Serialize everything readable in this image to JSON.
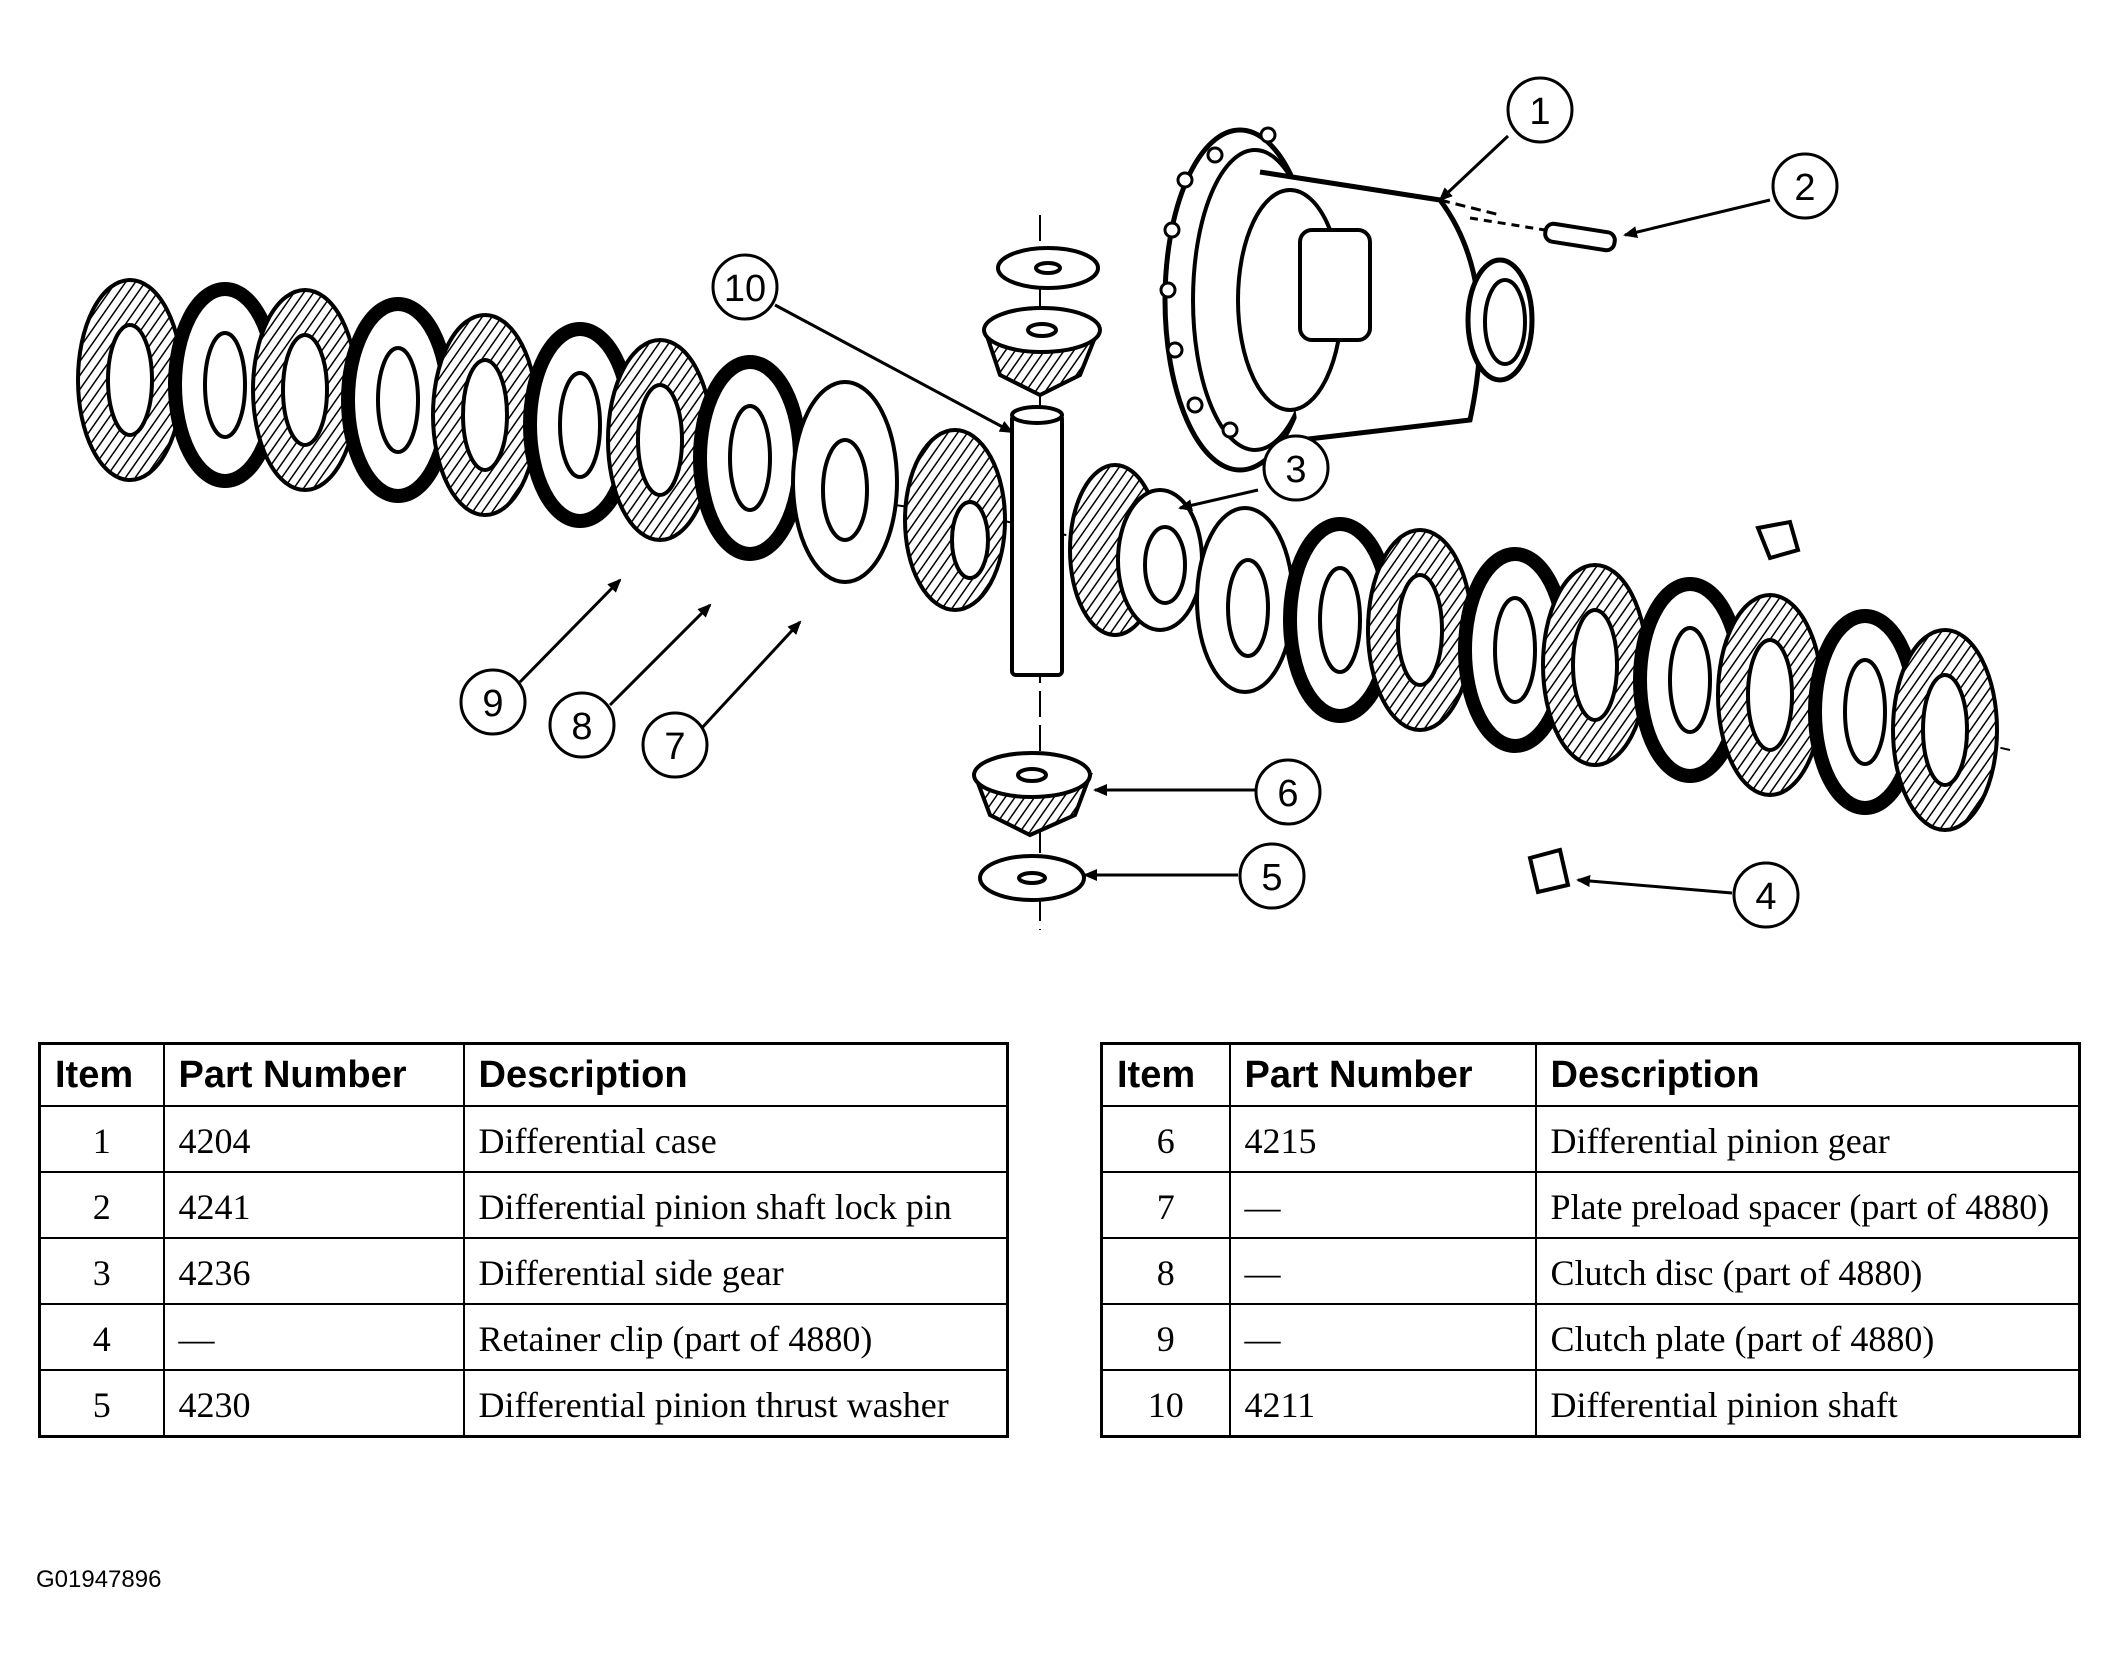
{
  "callouts": [
    "1",
    "2",
    "3",
    "4",
    "5",
    "6",
    "7",
    "8",
    "9",
    "10"
  ],
  "tables": {
    "headers": {
      "item": "Item",
      "part_number": "Part Number",
      "description": "Description"
    },
    "left_rows": [
      {
        "item": "1",
        "part_number": "4204",
        "description": "Differential case"
      },
      {
        "item": "2",
        "part_number": "4241",
        "description": "Differential pinion shaft lock pin"
      },
      {
        "item": "3",
        "part_number": "4236",
        "description": "Differential side gear"
      },
      {
        "item": "4",
        "part_number": "—",
        "description": "Retainer clip (part of 4880)"
      },
      {
        "item": "5",
        "part_number": "4230",
        "description": "Differential pinion thrust washer"
      }
    ],
    "right_rows": [
      {
        "item": "6",
        "part_number": "4215",
        "description": "Differential pinion gear"
      },
      {
        "item": "7",
        "part_number": "—",
        "description": "Plate preload spacer (part of 4880)"
      },
      {
        "item": "8",
        "part_number": "—",
        "description": "Clutch disc (part of 4880)"
      },
      {
        "item": "9",
        "part_number": "—",
        "description": "Clutch plate (part of 4880)"
      },
      {
        "item": "10",
        "part_number": "4211",
        "description": "Differential pinion shaft"
      }
    ]
  },
  "figure_id": "G01947896"
}
